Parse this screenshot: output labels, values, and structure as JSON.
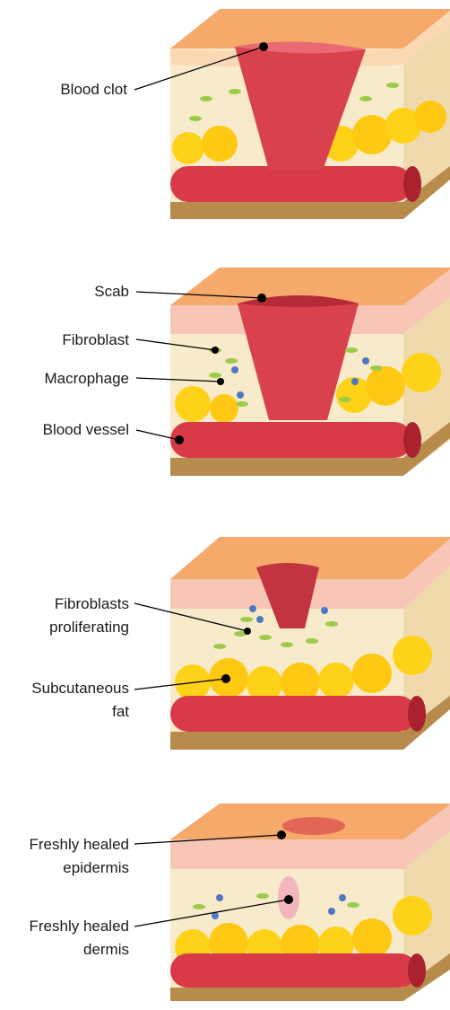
{
  "panels": [
    {
      "labels": [
        "Blood clot"
      ]
    },
    {
      "labels": [
        "Scab",
        "Fibroblast",
        "Macrophage",
        "Blood vessel"
      ]
    },
    {
      "labels": [
        "Fibroblasts",
        "proliferating",
        "Subcutaneous",
        "fat"
      ]
    },
    {
      "labels": [
        "Freshly healed",
        "epidermis",
        "Freshly healed",
        "dermis"
      ]
    }
  ],
  "colors": {
    "skin_top": "#f5a96b",
    "skin_edge": "#fbd8b4",
    "epidermis": "#f7c6b6",
    "dermis": "#f7ebcb",
    "fat": "#ffd21a",
    "vessel": "#d83b47",
    "clot": "#d9414d",
    "fibroblast": "#9ccb4a",
    "macrophage": "#4c79c1",
    "base": "#b78b4b"
  }
}
